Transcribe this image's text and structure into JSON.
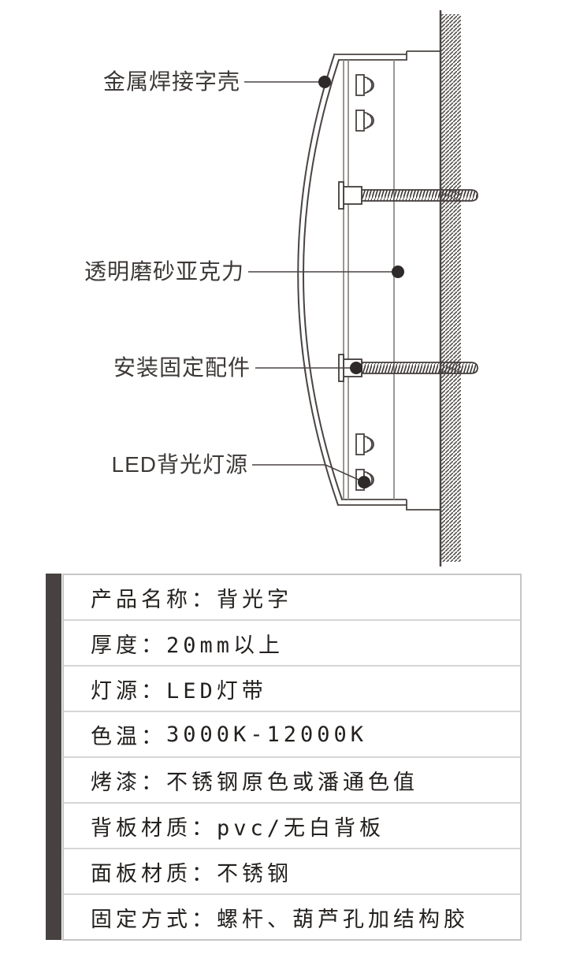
{
  "diagram": {
    "title_semantic": "backlit-sign-cross-section",
    "labels": [
      {
        "id": "metal-shell",
        "text": "金属焊接字壳"
      },
      {
        "id": "acrylic",
        "text": "透明磨砂亚克力"
      },
      {
        "id": "fixing-part",
        "text": "安装固定配件"
      },
      {
        "id": "led-source",
        "text": "LED背光灯源"
      }
    ],
    "parts": {
      "wall": "wall-with-hatching",
      "screws": 2,
      "led_modules": 4
    }
  },
  "spec_table": {
    "colon": "：",
    "rows": [
      {
        "label": "产品名称",
        "value": "背光字"
      },
      {
        "label": "厚度",
        "value": "20mm以上"
      },
      {
        "label": "灯源",
        "value": "LED灯带"
      },
      {
        "label": "色温",
        "value": "3000K-12000K"
      },
      {
        "label": "烤漆",
        "value": "不锈钢原色或潘通色值"
      },
      {
        "label": "背板材质",
        "value": "pvc/无白背板"
      },
      {
        "label": "面板材质",
        "value": "不锈钢"
      },
      {
        "label": "固定方式",
        "value": "螺杆、葫芦孔加结构胶"
      }
    ]
  },
  "colors": {
    "outline_ink": "#4a4442",
    "interior_line": "#8f8b88",
    "label_text": "#3d3937",
    "table_text": "#23201e",
    "table_border": "#c6c6c6",
    "table_divider": "#d6d6d6",
    "side_bar": "#474140",
    "leader_dot": "#2e2a29",
    "background": "#ffffff"
  }
}
